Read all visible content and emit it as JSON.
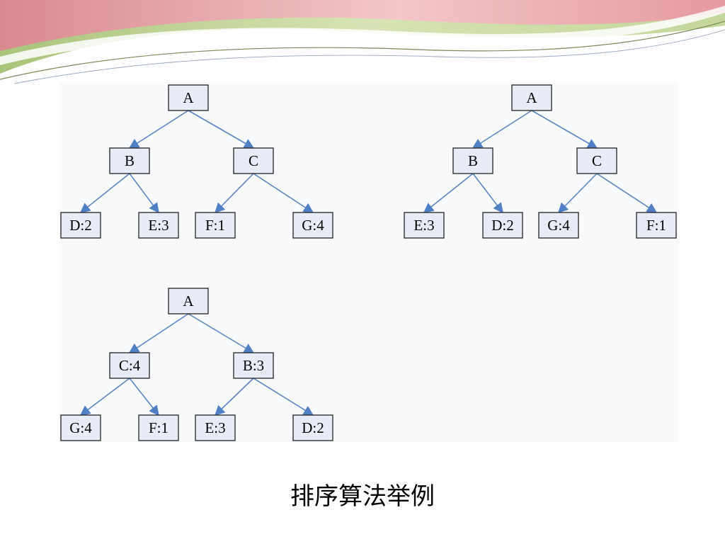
{
  "colors": {
    "node_fill": "#e8ecf7",
    "node_stroke": "#222222",
    "edge": "#5b86c6",
    "header_pink": "#e9a2a6",
    "header_green": "#b9cf8a"
  },
  "caption": "排序算法举例",
  "trees": [
    {
      "id": "tree-1",
      "nodes": [
        {
          "id": "a",
          "label": "A"
        },
        {
          "id": "b",
          "label": "B"
        },
        {
          "id": "c",
          "label": "C"
        },
        {
          "id": "d",
          "label": "D:2"
        },
        {
          "id": "e",
          "label": "E:3"
        },
        {
          "id": "f",
          "label": "F:1"
        },
        {
          "id": "g",
          "label": "G:4"
        }
      ],
      "edges": [
        [
          "a",
          "b"
        ],
        [
          "a",
          "c"
        ],
        [
          "b",
          "d"
        ],
        [
          "b",
          "e"
        ],
        [
          "c",
          "f"
        ],
        [
          "c",
          "g"
        ]
      ]
    },
    {
      "id": "tree-2",
      "nodes": [
        {
          "id": "a",
          "label": "A"
        },
        {
          "id": "b",
          "label": "B"
        },
        {
          "id": "c",
          "label": "C"
        },
        {
          "id": "e",
          "label": "E:3"
        },
        {
          "id": "d",
          "label": "D:2"
        },
        {
          "id": "g",
          "label": "G:4"
        },
        {
          "id": "f",
          "label": "F:1"
        }
      ],
      "edges": [
        [
          "a",
          "b"
        ],
        [
          "a",
          "c"
        ],
        [
          "b",
          "e"
        ],
        [
          "b",
          "d"
        ],
        [
          "c",
          "g"
        ],
        [
          "c",
          "f"
        ]
      ]
    },
    {
      "id": "tree-3",
      "nodes": [
        {
          "id": "a",
          "label": "A"
        },
        {
          "id": "c",
          "label": "C:4"
        },
        {
          "id": "b",
          "label": "B:3"
        },
        {
          "id": "g",
          "label": "G:4"
        },
        {
          "id": "f",
          "label": "F:1"
        },
        {
          "id": "e",
          "label": "E:3"
        },
        {
          "id": "d",
          "label": "D:2"
        }
      ],
      "edges": [
        [
          "a",
          "c"
        ],
        [
          "a",
          "b"
        ],
        [
          "c",
          "g"
        ],
        [
          "c",
          "f"
        ],
        [
          "b",
          "e"
        ],
        [
          "b",
          "d"
        ]
      ]
    }
  ]
}
